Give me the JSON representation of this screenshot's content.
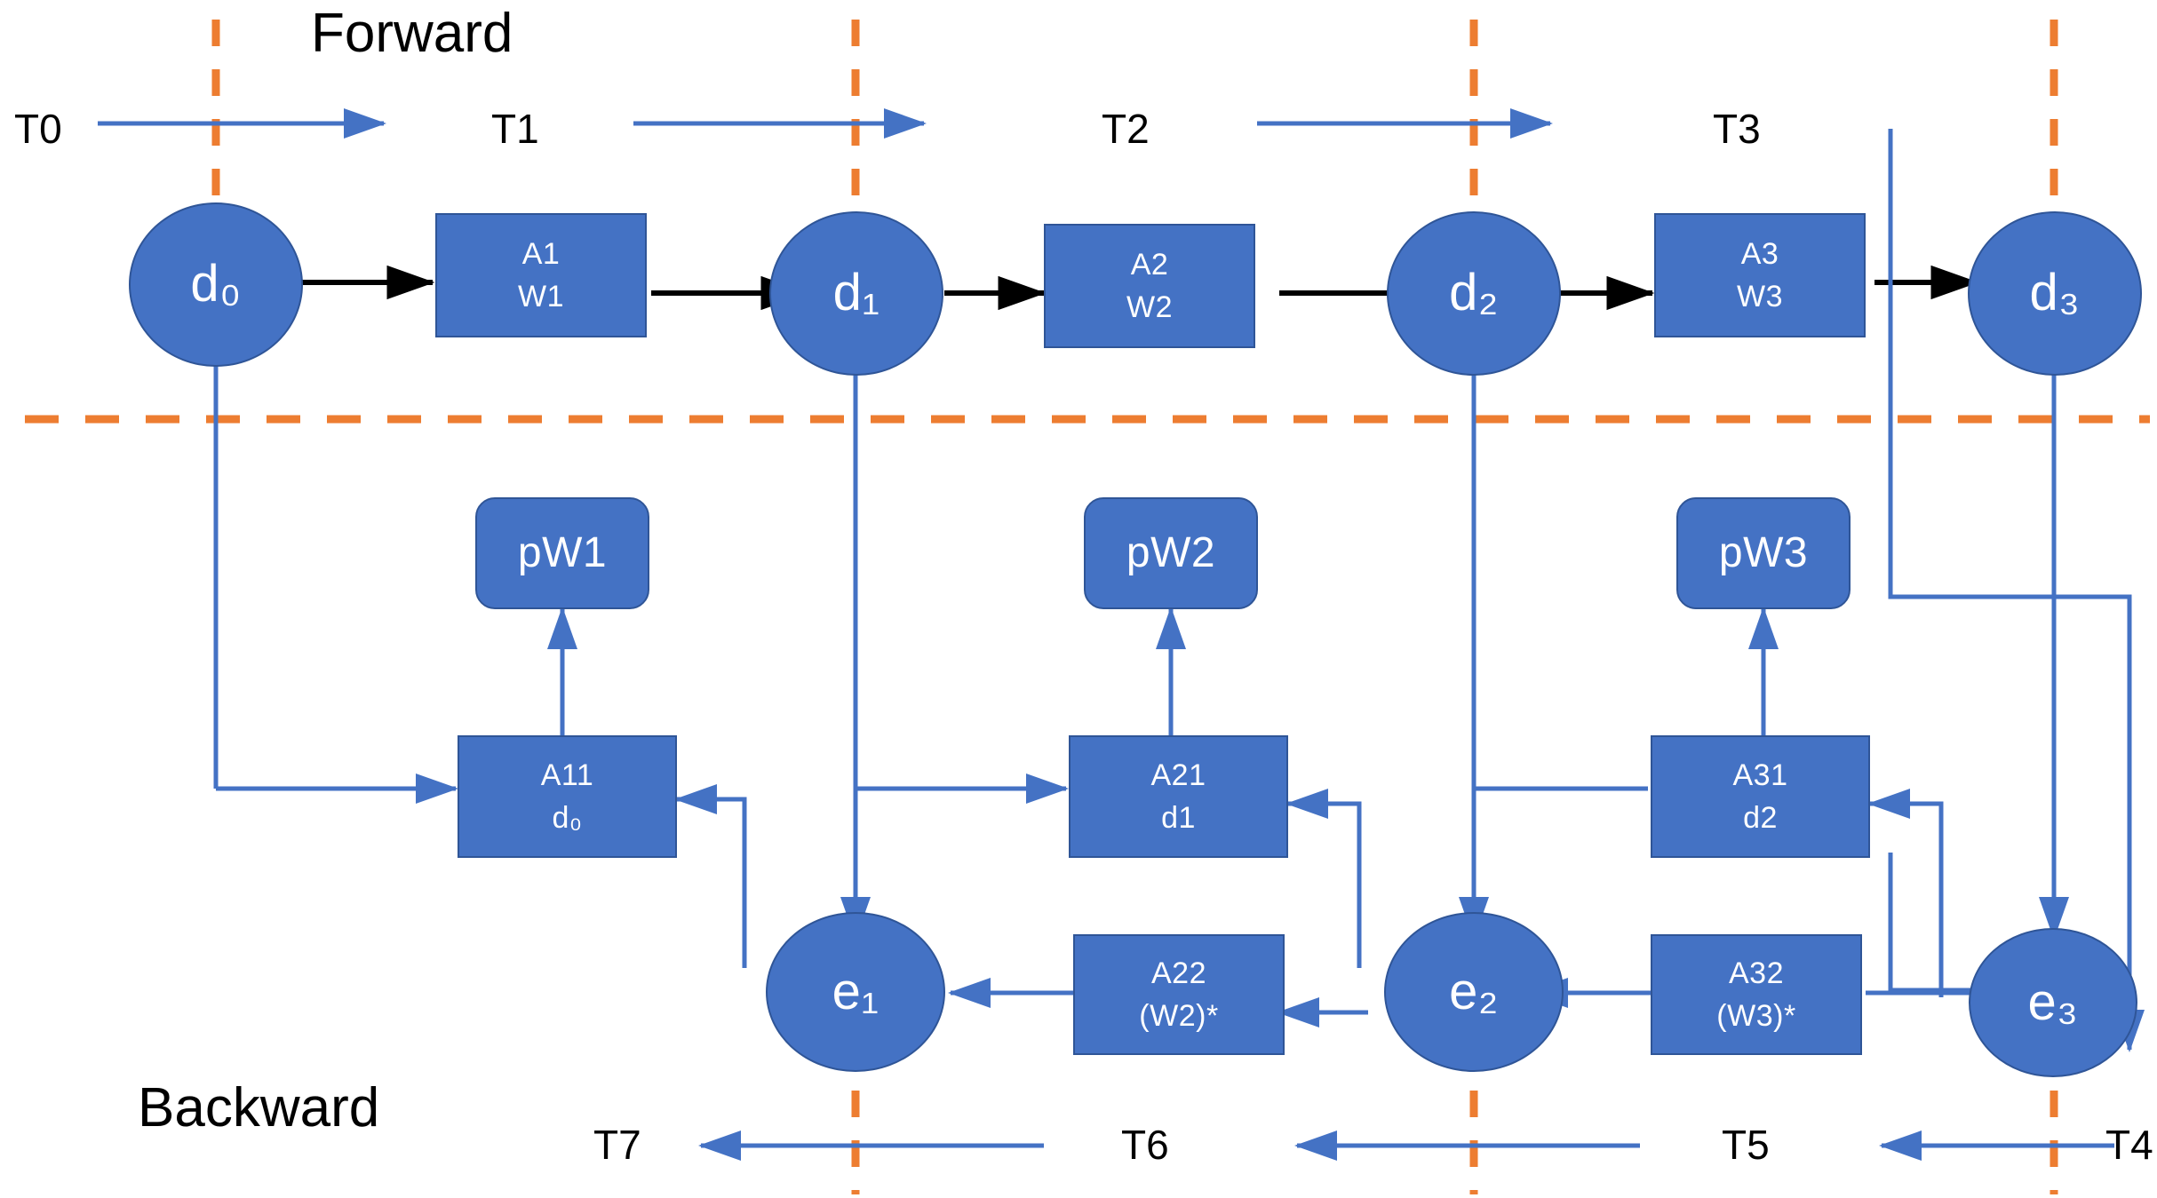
{
  "diagram": {
    "title_forward": "Forward",
    "title_backward": "Backward",
    "colors": {
      "node_fill": "#4472C4",
      "node_border": "#2F5597",
      "divider_dashed": "#ED7D31",
      "flow_arrow_blue": "#4472C4",
      "chain_arrow_black": "#000000",
      "text_on_node": "#FFFFFF",
      "text_plain": "#000000",
      "background": "#FFFFFF"
    },
    "stage_labels": {
      "t0": "T0",
      "t1": "T1",
      "t2": "T2",
      "t3": "T3",
      "t4": "T4",
      "t5": "T5",
      "t6": "T6",
      "t7": "T7"
    },
    "forward_nodes": [
      {
        "id": "d0",
        "base": "d",
        "sub": "0",
        "label": "d₀"
      },
      {
        "id": "d1",
        "base": "d",
        "sub": "1",
        "label": "d₁"
      },
      {
        "id": "d2",
        "base": "d",
        "sub": "2",
        "label": "d₂"
      },
      {
        "id": "d3",
        "base": "d",
        "sub": "3",
        "label": "d₃"
      }
    ],
    "forward_blocks": [
      {
        "id": "A1",
        "line1": "A1",
        "line2": "W1"
      },
      {
        "id": "A2",
        "line1": "A2",
        "line2": "W2"
      },
      {
        "id": "A3",
        "line1": "A3",
        "line2": "W3"
      }
    ],
    "weight_nodes": [
      {
        "id": "pW1",
        "label": "pW1"
      },
      {
        "id": "pW2",
        "label": "pW2"
      },
      {
        "id": "pW3",
        "label": "pW3"
      }
    ],
    "grad_weight_blocks": [
      {
        "id": "A11",
        "line1": "A11",
        "line2": "d",
        "line2_sub": "0",
        "line2_label": "d₀"
      },
      {
        "id": "A21",
        "line1": "A21",
        "line2": "d",
        "line2_sub": "1",
        "line2_label": "d1"
      },
      {
        "id": "A31",
        "line1": "A31",
        "line2": "d",
        "line2_sub": "2",
        "line2_label": "d2"
      }
    ],
    "grad_input_blocks": [
      {
        "id": "A22",
        "line1": "A22",
        "line2": "(W2)*"
      },
      {
        "id": "A32",
        "line1": "A32",
        "line2": "(W3)*"
      }
    ],
    "backward_nodes": [
      {
        "id": "e1",
        "base": "e",
        "sub": "1",
        "label": "e₁"
      },
      {
        "id": "e2",
        "base": "e",
        "sub": "2",
        "label": "e₂"
      },
      {
        "id": "e3",
        "base": "e",
        "sub": "3",
        "label": "e₃"
      }
    ]
  }
}
